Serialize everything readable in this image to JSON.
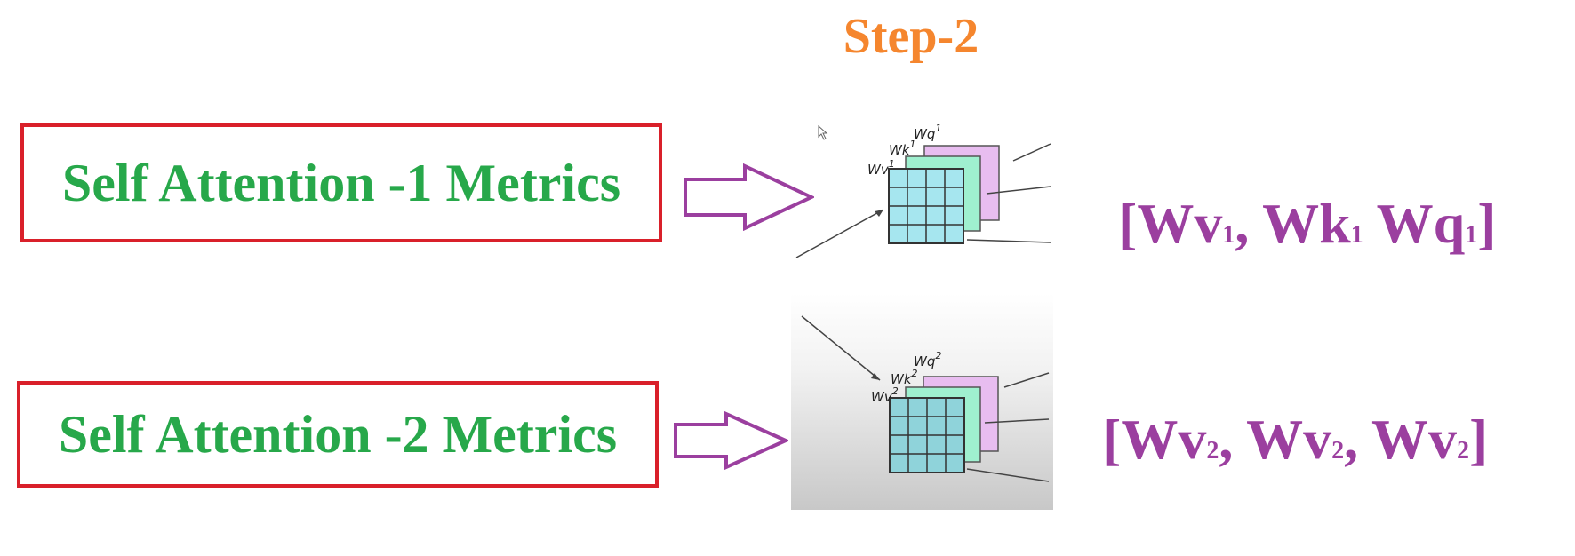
{
  "title": "Step-2",
  "rows": [
    {
      "label": "Self Attention -1 Metrics",
      "formula": {
        "open": "[",
        "t1": "Wv",
        "s1": "1",
        "sep1": ", ",
        "t2": "Wk",
        "s2": "1",
        "sep2": " ",
        "t3": "Wq",
        "s3": "1",
        "close": "]"
      },
      "sketch_labels": {
        "v": "Wv",
        "vs": "1",
        "k": "Wk",
        "ks": "1",
        "q": "Wq",
        "qs": "1"
      }
    },
    {
      "label": "Self Attention -2 Metrics",
      "formula": {
        "open": "[",
        "t1": "Wv",
        "s1": "2",
        "sep1": ", ",
        "t2": "Wv",
        "s2": "2",
        "sep2": ", ",
        "t3": "Wv",
        "s3": "2",
        "close": "]"
      },
      "sketch_labels": {
        "v": "Wv",
        "vs": "2",
        "k": "Wk",
        "ks": "2",
        "q": "Wq",
        "qs": "2"
      }
    }
  ],
  "colors": {
    "title": "#f5862e",
    "label_text": "#27a84a",
    "box_border": "#d9202a",
    "arrow": "#9b3f9f",
    "formula": "#9b3f9f",
    "matrix_v": "#a6e6ef",
    "matrix_k": "#9ff0cf",
    "matrix_q": "#e8bdf0"
  }
}
